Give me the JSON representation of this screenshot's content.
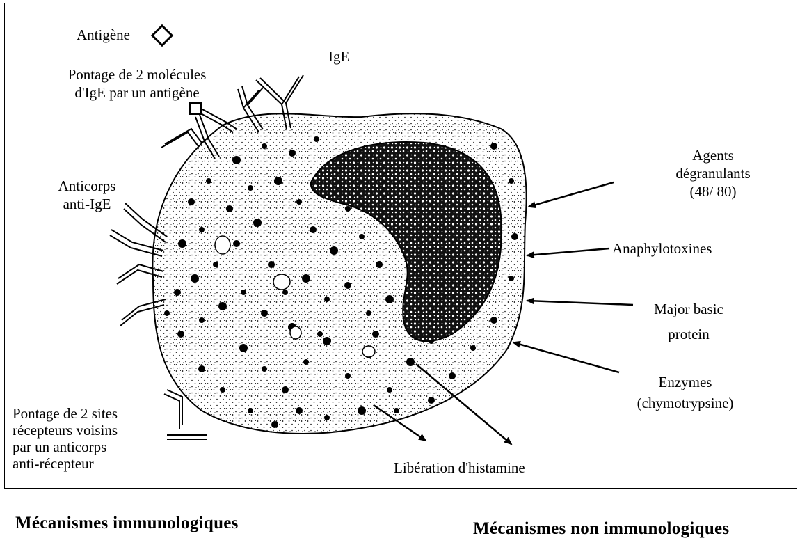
{
  "labels": {
    "antigene": "Antigène",
    "ige": "IgE",
    "pontage_ige": [
      "Pontage de 2 molécules",
      "d'IgE par un antigène"
    ],
    "anticorps_anti_ige": [
      "Anticorps",
      "anti-IgE"
    ],
    "agents_degranulants": [
      "Agents",
      "dégranulants",
      "(48/ 80)"
    ],
    "anaphylotoxines": "Anaphylotoxines",
    "major_basic_protein": [
      "Major basic",
      "protein"
    ],
    "enzymes": [
      "Enzymes",
      "(chymotrypsine)"
    ],
    "pontage_recepteurs": [
      "Pontage de 2 sites",
      "récepteurs voisins",
      "par un anticorps",
      "anti-récepteur"
    ],
    "liberation_histamine": "Libération d'histamine"
  },
  "footer": {
    "immunologiques": "Mécanismes immunologiques",
    "non_immunologiques": "Mécanismes non immunologiques"
  }
}
